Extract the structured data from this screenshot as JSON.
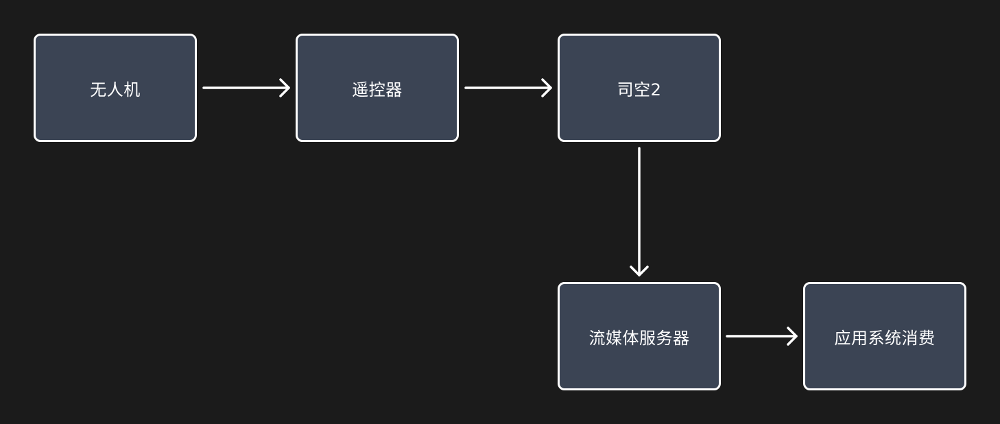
{
  "diagram": {
    "nodes": [
      {
        "id": "uav",
        "label": "无人机"
      },
      {
        "id": "remote",
        "label": "遥控器"
      },
      {
        "id": "sikong",
        "label": "司空2"
      },
      {
        "id": "media",
        "label": "流媒体服务器"
      },
      {
        "id": "app",
        "label": "应用系统消费"
      }
    ],
    "edges": [
      {
        "from": "uav",
        "to": "remote"
      },
      {
        "from": "remote",
        "to": "sikong"
      },
      {
        "from": "sikong",
        "to": "media"
      },
      {
        "from": "media",
        "to": "app"
      }
    ],
    "colors": {
      "background": "#1b1b1b",
      "node_fill": "#3b4454",
      "node_border": "#ffffff",
      "text": "#ffffff",
      "arrow": "#ffffff"
    }
  }
}
